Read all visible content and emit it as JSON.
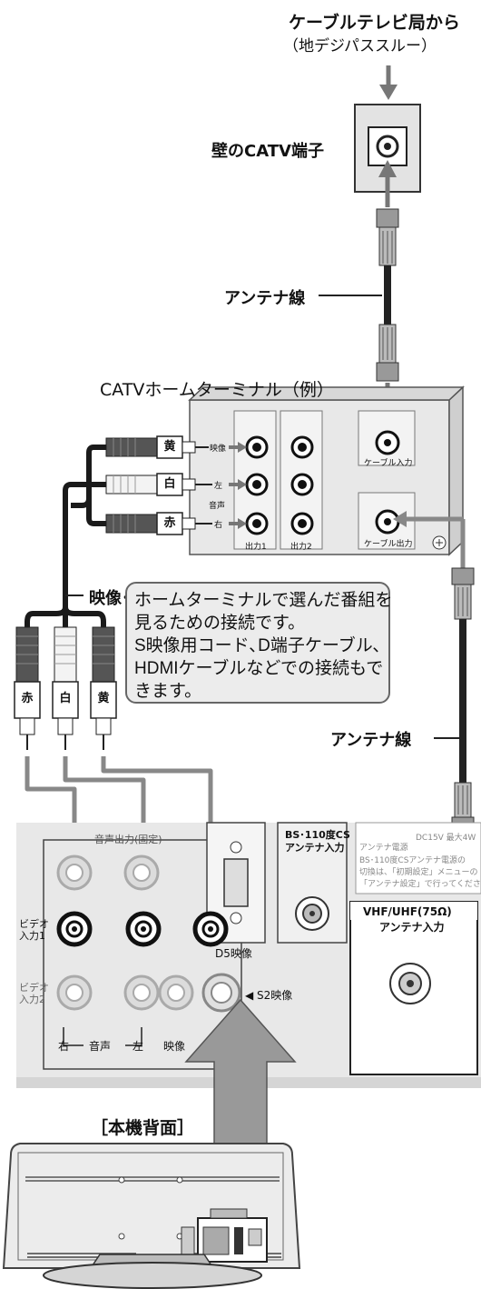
{
  "header": {
    "source_title": "ケーブルテレビ局から",
    "source_subtitle": "（地デジパススルー）"
  },
  "wall": {
    "label": "壁のCATV端子"
  },
  "cable_top": {
    "label": "アンテナ線"
  },
  "terminal": {
    "title": "CATVホームターミナル（例）",
    "jack_video": "映像",
    "jack_left": "左",
    "jack_audio": "音声",
    "jack_right": "右",
    "out1": "出力1",
    "out2": "出力2",
    "cable_in": "ケーブル入力",
    "cable_out": "ケーブル出力"
  },
  "plugs_top": {
    "yellow": "黄",
    "white": "白",
    "red": "赤"
  },
  "av_cord": {
    "label": "映像･音声用コード"
  },
  "note": {
    "lines": [
      "ホームターミナルで選んだ番組を",
      "見るための接続です。",
      "S映像用コード､D端子ケーブル､",
      "HDMIケーブルなどでの接続もで",
      "きます。"
    ]
  },
  "plugs_bottom": {
    "red": "赤",
    "white": "白",
    "yellow": "黄"
  },
  "cable_right": {
    "label": "アンテナ線"
  },
  "tv_panel": {
    "audio_out": "音声出力(固定)",
    "video_in1": "ビデオ\n入力1",
    "video_in2": "ビデオ\n入力2",
    "right": "右",
    "audio": "音声",
    "left": "左",
    "video": "映像",
    "d5": "D5映像",
    "s2": "◀ S2映像",
    "bs_title1": "BS･110度CS",
    "bs_title2": "アンテナ入力",
    "power_label": "アンテナ電源",
    "power_spec": "DC15V 最大4W",
    "bs_note1": "BS･110度CSアンテナ電源の",
    "bs_note2": "切換は、「初期設定」メニューの",
    "bs_note3": "「アンテナ設定」で行ってください",
    "vhf_title": "VHF/UHF(75Ω)",
    "vhf_sub": "アンテナ入力"
  },
  "back_label": "［本機背面］"
}
